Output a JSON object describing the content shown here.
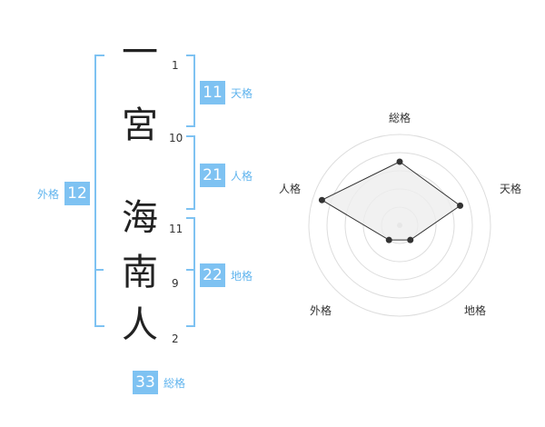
{
  "name": {
    "chars": [
      {
        "char": "一",
        "strokes": "1"
      },
      {
        "char": "宮",
        "strokes": "10"
      },
      {
        "char": "海",
        "strokes": "11"
      },
      {
        "char": "南",
        "strokes": "9"
      },
      {
        "char": "人",
        "strokes": "2"
      }
    ]
  },
  "fortune": {
    "tenkaku": {
      "label": "天格",
      "value": "11"
    },
    "jinkaku": {
      "label": "人格",
      "value": "21"
    },
    "chikaku": {
      "label": "地格",
      "value": "22"
    },
    "gaikaku": {
      "label": "外格",
      "value": "12"
    },
    "soukaku": {
      "label": "総格",
      "value": "33"
    }
  },
  "colors": {
    "bracket": "#7ec2f2",
    "badge": "#7ec2f2",
    "badge_label": "#60b4ee",
    "radar_fill": "#eeeeee"
  },
  "chart_data": {
    "type": "radar",
    "axes": [
      "総格",
      "天格",
      "地格",
      "外格",
      "人格"
    ],
    "values": [
      3.5,
      3.5,
      1,
      1,
      4.5
    ],
    "max": 5,
    "rings": 5
  }
}
